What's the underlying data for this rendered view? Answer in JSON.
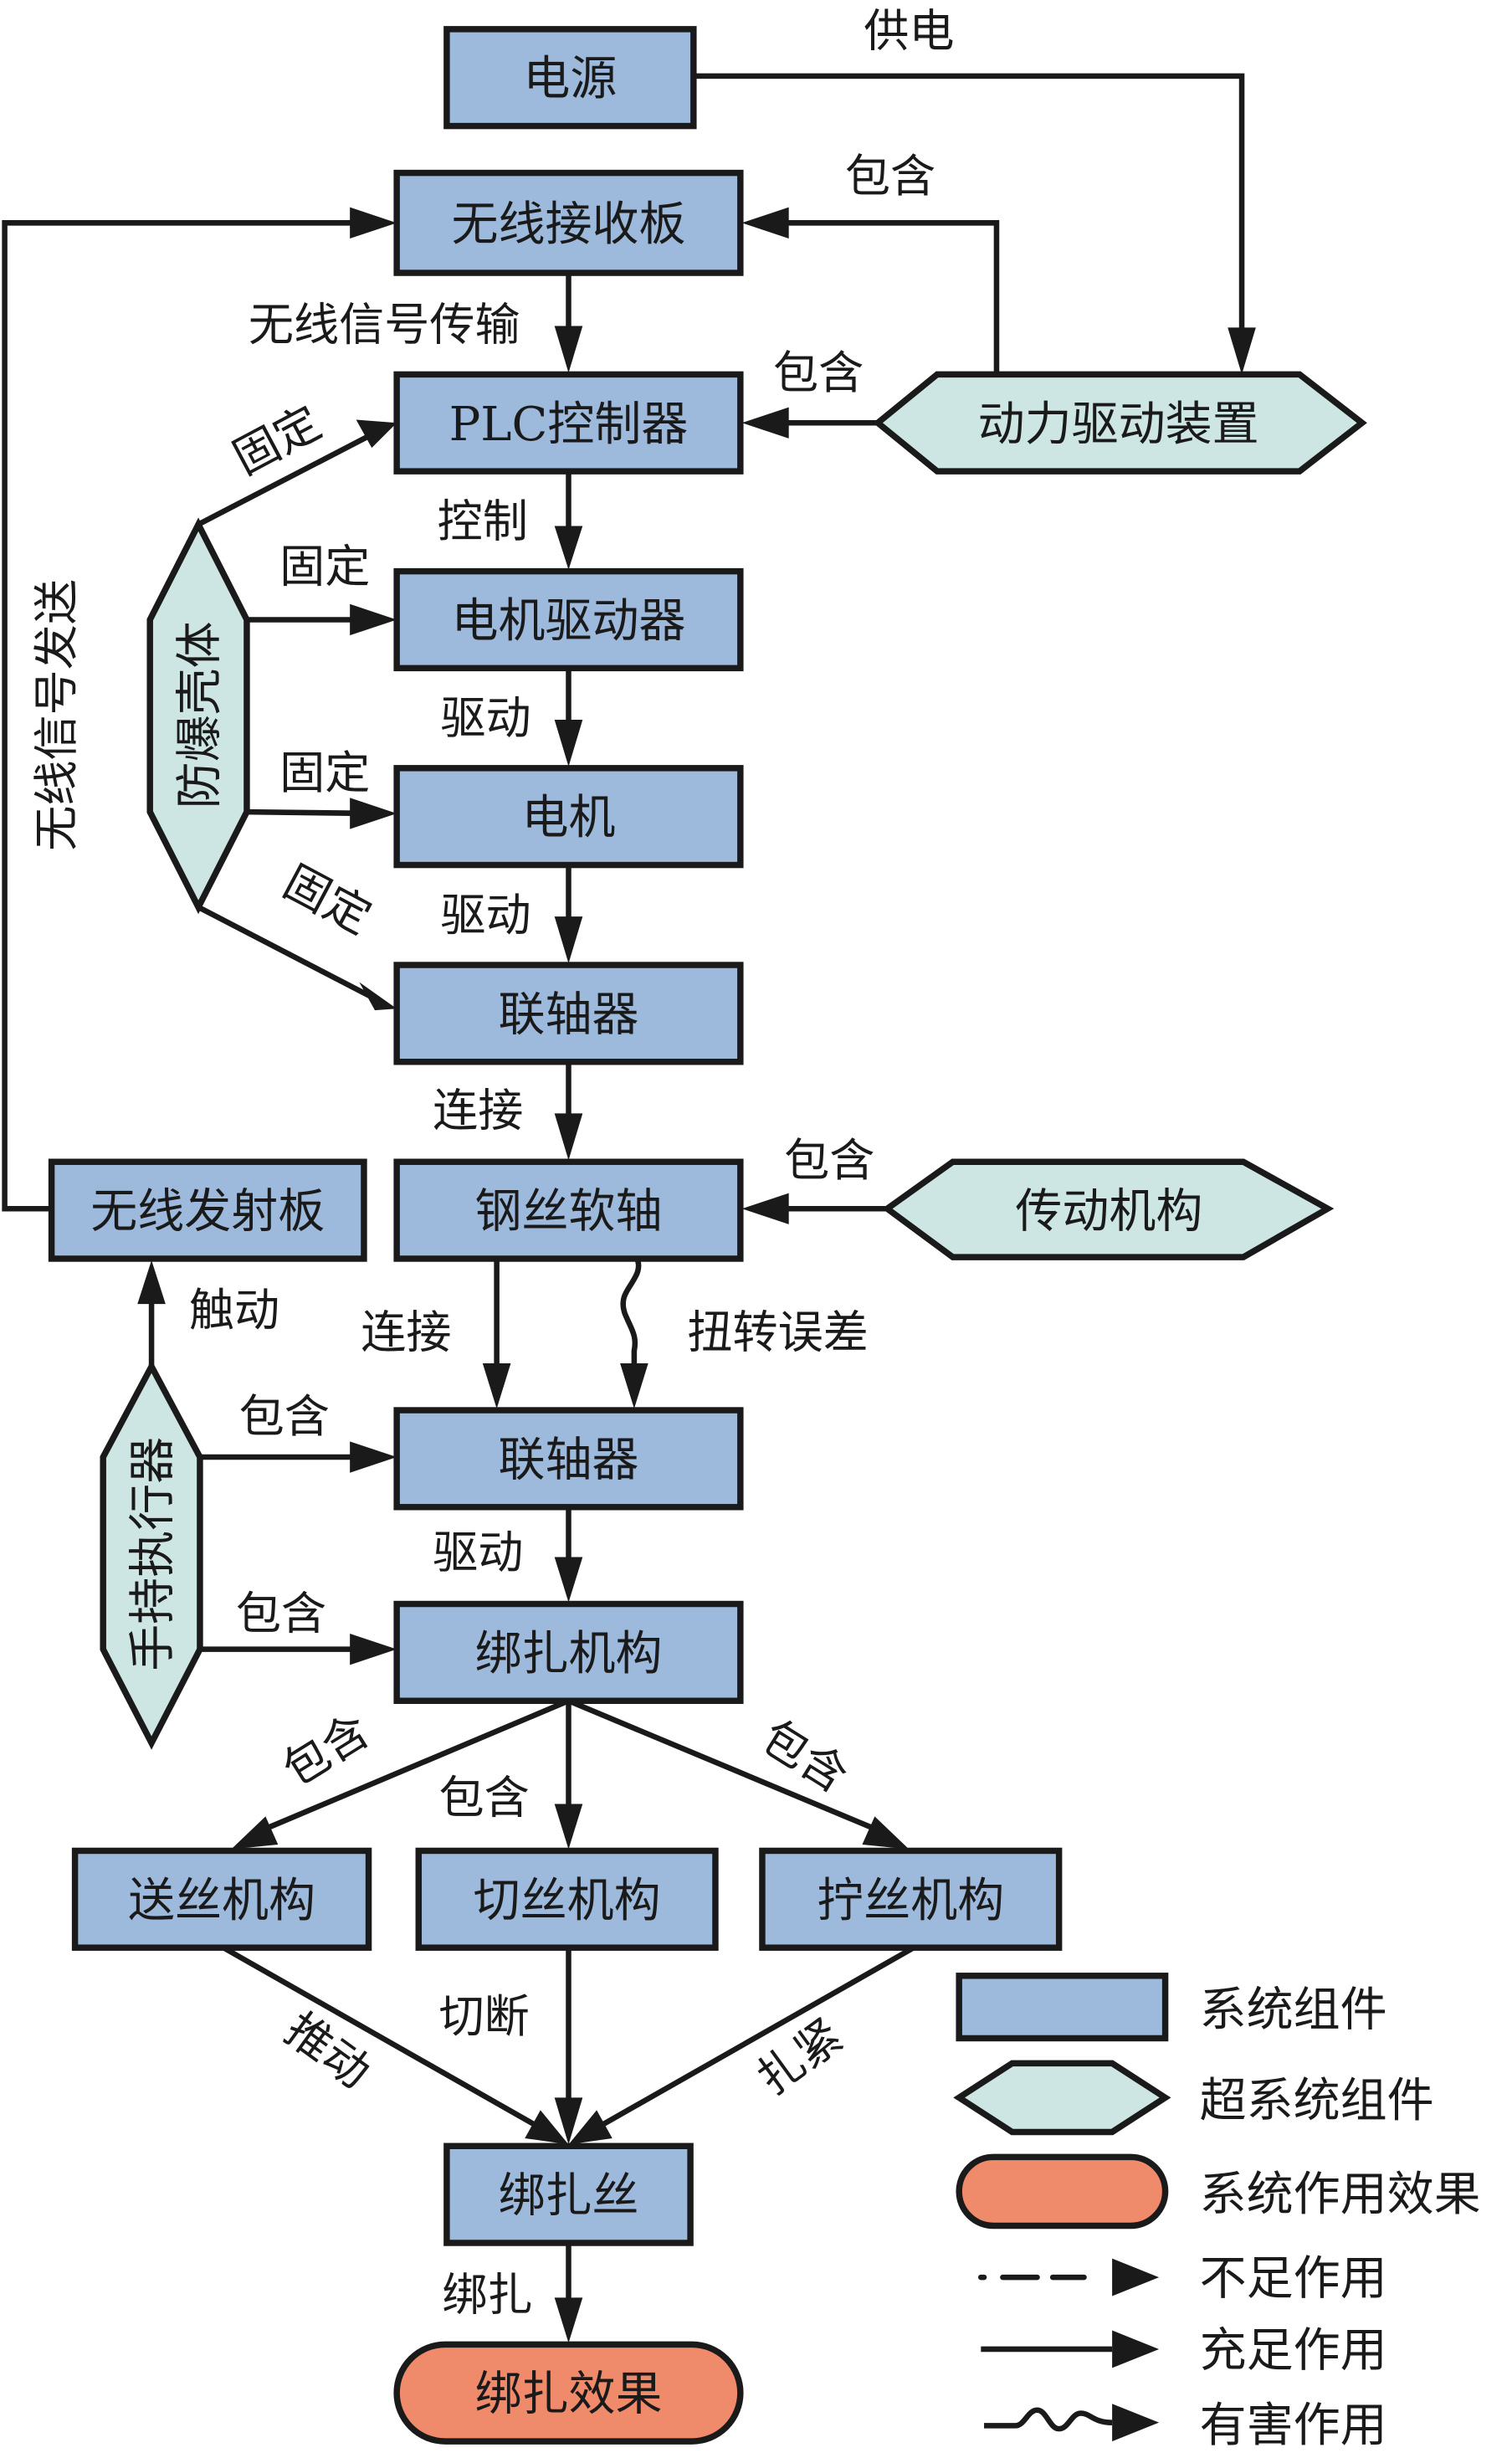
{
  "colors": {
    "system_component": "#9dbadc",
    "supersystem_component": "#cde6e4",
    "system_effect": "#ef8a6b",
    "line": "#1a1a1a"
  },
  "nodes": {
    "power_supply": "电源",
    "wireless_receiver_board": "无线接收板",
    "plc_controller": "PLC控制器",
    "power_drive_device": "动力驱动装置",
    "motor_driver": "电机驱动器",
    "motor": "电机",
    "coupling_upper": "联轴器",
    "explosion_proof_housing": "防爆壳体",
    "wireless_transmitter_board": "无线发射板",
    "steel_wire_flexible_shaft": "钢丝软轴",
    "transmission_mechanism": "传动机构",
    "coupling_lower": "联轴器",
    "handheld_actuator": "手持执行器",
    "binding_mechanism": "绑扎机构",
    "wire_feed_mechanism": "送丝机构",
    "wire_cut_mechanism": "切丝机构",
    "wire_twist_mechanism": "拧丝机构",
    "binding_wire": "绑扎丝",
    "binding_effect": "绑扎效果"
  },
  "edges": {
    "power_supply": "供电",
    "contain_receiver": "包含",
    "wireless_signal_transmission": "无线信号传输",
    "contain_plc": "包含",
    "fix_plc": "固定",
    "control": "控制",
    "fix_motor_driver": "固定",
    "drive_motor": "驱动",
    "fix_motor": "固定",
    "fix_coupling": "固定",
    "drive_coupling": "驱动",
    "wireless_signal_send": "无线信号发送",
    "connect_shaft": "连接",
    "contain_shaft": "包含",
    "trigger": "触动",
    "connect_coupling": "连接",
    "torsion_error": "扭转误差",
    "contain_coupling": "包含",
    "drive_binding": "驱动",
    "contain_binding": "包含",
    "contain_feed": "包含",
    "contain_cut": "包含",
    "contain_twist": "包含",
    "push": "推动",
    "cut_off": "切断",
    "tighten": "扎紧",
    "bind": "绑扎"
  },
  "legend": [
    {
      "shape": "rectangle",
      "label": "系统组件"
    },
    {
      "shape": "hexagon",
      "label": "超系统组件"
    },
    {
      "shape": "rounded",
      "label": "系统作用效果"
    },
    {
      "shape": "dash-dot-arrow",
      "label": "不足作用"
    },
    {
      "shape": "solid-arrow",
      "label": "充足作用"
    },
    {
      "shape": "wavy-arrow",
      "label": "有害作用"
    }
  ]
}
